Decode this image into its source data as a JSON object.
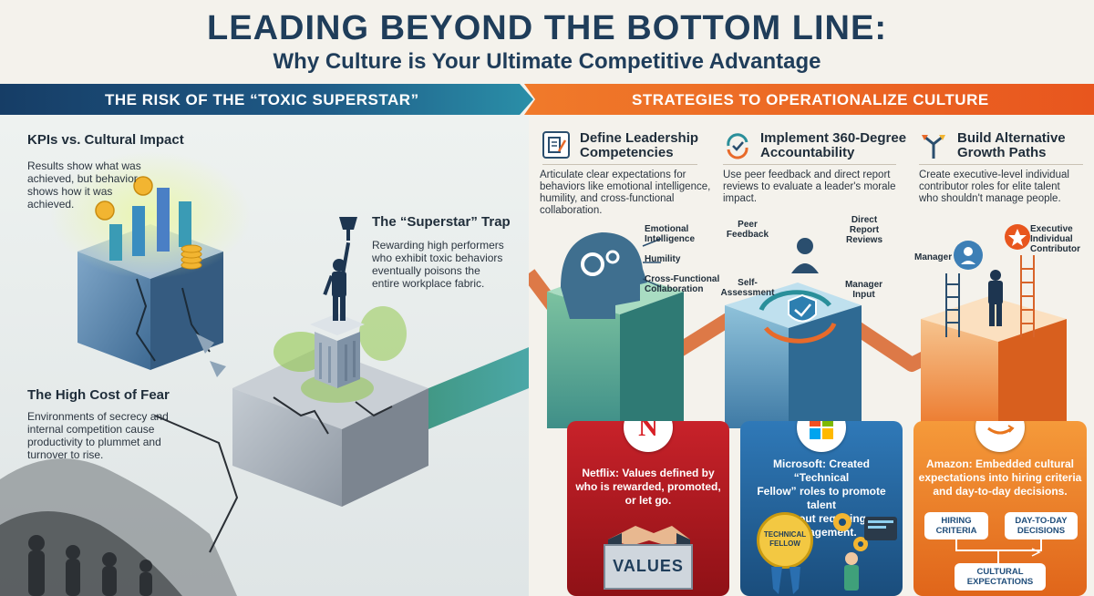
{
  "title": {
    "main": "LEADING BEYOND THE BOTTOM LINE:",
    "sub": "Why Culture is Your Ultimate Competitive Advantage"
  },
  "banners": {
    "left": "THE RISK OF THE “TOXIC SUPERSTAR”",
    "right": "STRATEGIES TO OPERATIONALIZE CULTURE"
  },
  "risk": {
    "kpi": {
      "heading": "KPIs vs. Cultural Impact",
      "line1": "Results show what was",
      "line2": "achieved, but behavior",
      "line3": "shows how it was",
      "line4": "achieved."
    },
    "superstar": {
      "heading": "The “Superstar” Trap",
      "line1": "Rewarding high performers",
      "line2": "who exhibit toxic behaviors",
      "line3": "eventually poisons the",
      "line4": "entire workplace fabric."
    },
    "fear": {
      "heading": "The High Cost of Fear",
      "line1": "Environments of secrecy and",
      "line2": "internal competition cause",
      "line3": "productivity to plummet and",
      "line4": "turnover to rise."
    }
  },
  "strategies": {
    "competencies": {
      "title1": "Define Leadership",
      "title2": "Competencies",
      "line1": "Articulate clear expectations for",
      "line2": "behaviors like emotional intelligence,",
      "line3": "humility, and cross-functional",
      "line4": "collaboration.",
      "labels": {
        "ei1": "Emotional",
        "ei2": "Intelligence",
        "humility": "Humility",
        "cf1": "Cross-Functional",
        "cf2": "Collaboration"
      }
    },
    "accountability": {
      "title1": "Implement 360-Degree",
      "title2": "Accountability",
      "line1": "Use peer feedback and direct report",
      "line2": "reviews to evaluate a leader's morale",
      "line3": "impact.",
      "labels": {
        "peer1": "Peer",
        "peer2": "Feedback",
        "direct1": "Direct",
        "direct2": "Report",
        "direct3": "Reviews",
        "self1": "Self-",
        "self2": "Assessment",
        "manager1": "Manager",
        "manager2": "Input"
      }
    },
    "growth": {
      "title1": "Build Alternative",
      "title2": "Growth Paths",
      "line1": "Create executive-level individual",
      "line2": "contributor roles for elite talent",
      "line3": "who shouldn't manage people.",
      "labels": {
        "manager": "Manager",
        "exec1": "Executive",
        "exec2": "Individual",
        "exec3": "Contributor"
      }
    }
  },
  "companies": {
    "netflix": {
      "line1": "Netflix: Values defined by",
      "line2": "who is rewarded, promoted,",
      "line3": "or let go.",
      "cube_text": "VALUES",
      "logo_letter": "N"
    },
    "microsoft": {
      "line1": "Microsoft: Created “Technical",
      "line2": "Fellow” roles to promote talent",
      "line3": "without requiring management.",
      "badge1": "TECHNICAL",
      "badge2": "FELLOW"
    },
    "amazon": {
      "line1": "Amazon: Embedded cultural",
      "line2": "expectations into hiring criteria",
      "line3": "and day-to-day decisions.",
      "flow": {
        "hiring1": "HIRING",
        "hiring2": "CRITERIA",
        "day1": "DAY-TO-DAY",
        "day2": "DECISIONS",
        "cultural1": "CULTURAL",
        "cultural2": "EXPECTATIONS"
      }
    }
  },
  "colors": {
    "navy": "#1f3d5a",
    "orange": "#ee6a22",
    "netflix_red": "#b3161c",
    "microsoft_blue": "#1d5f97",
    "amazon_orange": "#e8761e",
    "toxic_green": "#8cc63f"
  },
  "icons": {
    "competencies": "document-pen-icon",
    "accountability": "cycle-check-icon",
    "growth": "branching-arrows-icon"
  }
}
